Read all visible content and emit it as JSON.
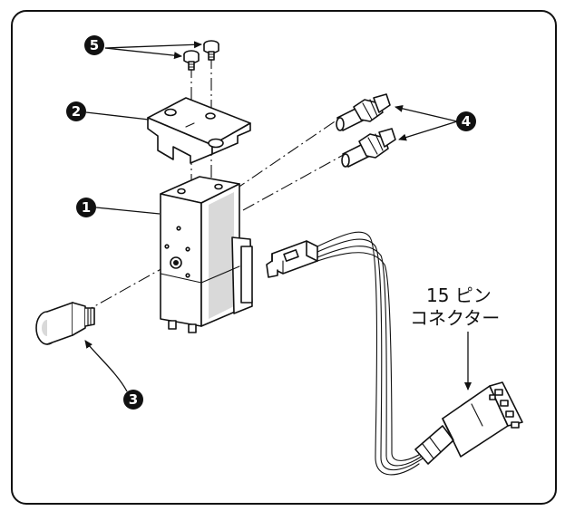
{
  "callouts": {
    "c1": "1",
    "c2": "2",
    "c3": "3",
    "c4": "4",
    "c5": "5"
  },
  "connector_label": {
    "line1": "15 ピン",
    "line2": "コネクター"
  }
}
